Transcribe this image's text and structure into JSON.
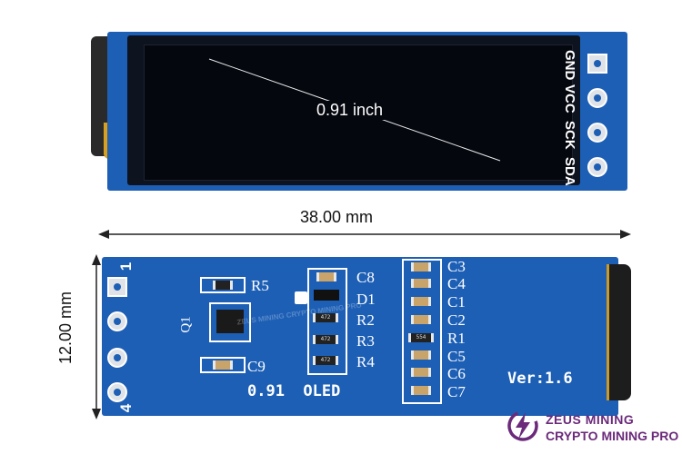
{
  "top_view": {
    "diagonal_label": "0.91 inch",
    "pins": [
      "GND",
      "VCC",
      "SCK",
      "SDA"
    ]
  },
  "dimensions": {
    "width_label": "38.00 mm",
    "height_label": "12.00 mm"
  },
  "bottom_view": {
    "pin_numbers": [
      "1",
      "4"
    ],
    "transistor_label": "Q1",
    "left_labels": [
      "R5",
      "C9"
    ],
    "middle_labels": [
      "C8",
      "D1",
      "R2",
      "R3",
      "R4"
    ],
    "resistor_codes": [
      "472",
      "472",
      "472",
      "554"
    ],
    "right_labels": [
      "C3",
      "C4",
      "C1",
      "C2",
      "R1",
      "C5",
      "C6",
      "C7"
    ],
    "board_title": "0.91  OLED",
    "version": "Ver:1.6",
    "watermark": "ZEUS MINING CRYPTO MINING PRO"
  },
  "brand": {
    "name": "ZEUS MINING",
    "tagline": "CRYPTO MINING PRO",
    "color": "#6b2a7a"
  },
  "colors": {
    "pcb": "#1d5fb5",
    "screen": "#05070f",
    "silkscreen": "#ffffff"
  }
}
